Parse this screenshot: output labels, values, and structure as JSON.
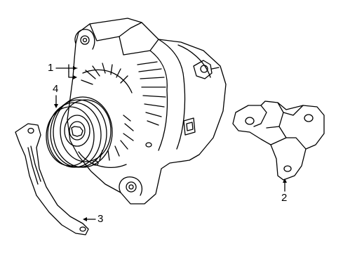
{
  "callouts": [
    {
      "number": "1",
      "part": "alternator"
    },
    {
      "number": "4",
      "part": "pulley"
    },
    {
      "number": "2",
      "part": "mounting-bracket"
    },
    {
      "number": "3",
      "part": "adjusting-bar"
    }
  ],
  "colors": {
    "line": "#000000",
    "background": "#ffffff"
  }
}
